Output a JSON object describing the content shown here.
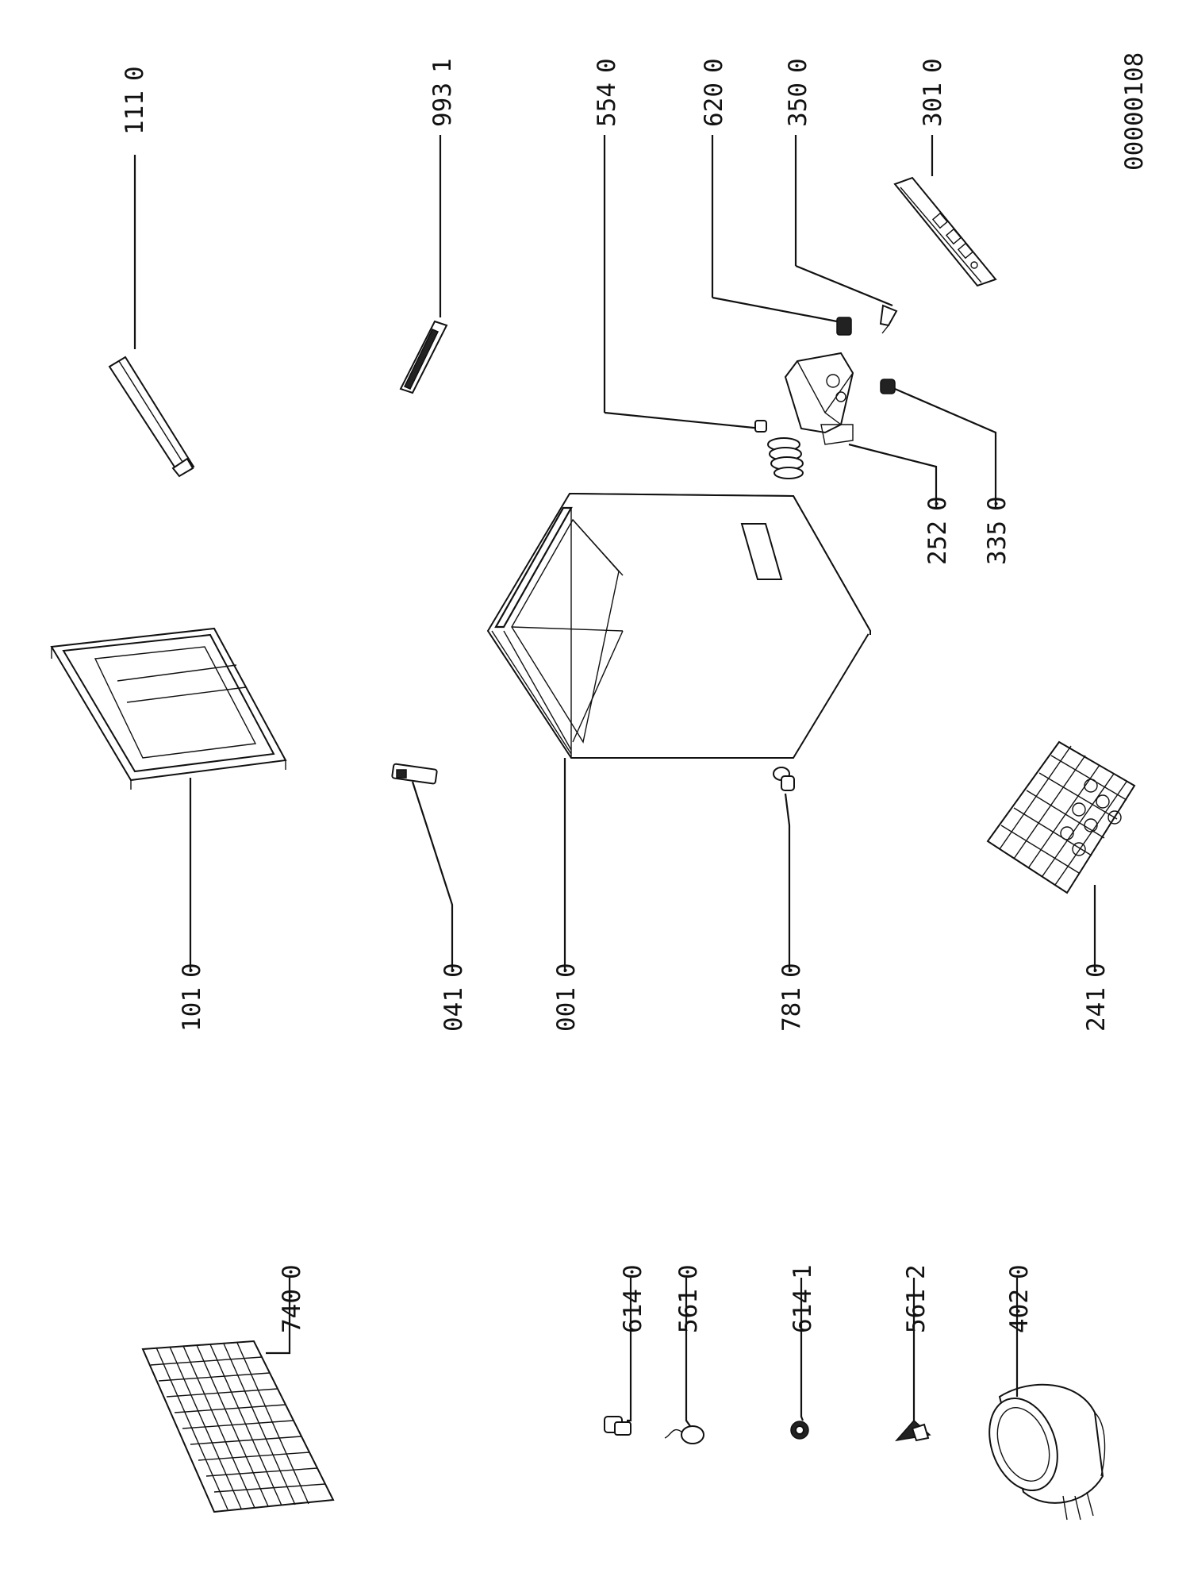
{
  "drawing_number": "00000108",
  "parts": {
    "p111": {
      "number": "111",
      "variant": "0"
    },
    "p993": {
      "number": "993",
      "variant": "1"
    },
    "p554": {
      "number": "554",
      "variant": "0"
    },
    "p620": {
      "number": "620",
      "variant": "0"
    },
    "p350": {
      "number": "350",
      "variant": "0"
    },
    "p301": {
      "number": "301",
      "variant": "0"
    },
    "p252": {
      "number": "252",
      "variant": "0"
    },
    "p335": {
      "number": "335",
      "variant": "0"
    },
    "p101": {
      "number": "101",
      "variant": "0"
    },
    "p041": {
      "number": "041",
      "variant": "0"
    },
    "p001": {
      "number": "001",
      "variant": "0"
    },
    "p781": {
      "number": "781",
      "variant": "0"
    },
    "p241": {
      "number": "241",
      "variant": "0"
    },
    "p740": {
      "number": "740",
      "variant": "0"
    },
    "p614a": {
      "number": "614",
      "variant": "0"
    },
    "p561a": {
      "number": "561",
      "variant": "0"
    },
    "p614b": {
      "number": "614",
      "variant": "1"
    },
    "p561b": {
      "number": "561",
      "variant": "2"
    },
    "p402": {
      "number": "402",
      "variant": "0"
    }
  }
}
